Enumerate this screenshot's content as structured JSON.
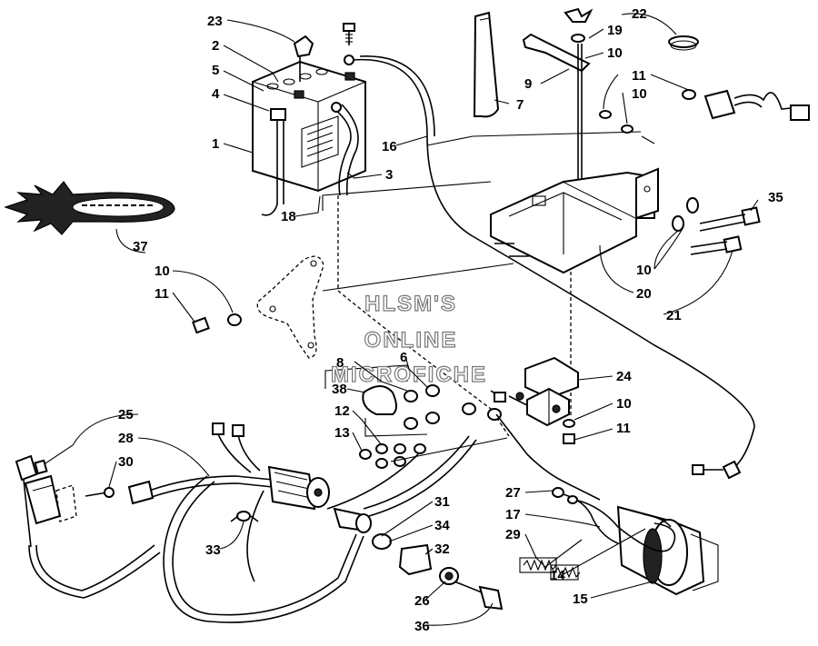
{
  "watermark": {
    "line1": "HLSM'S",
    "line2": "ONLINE",
    "line3": "MICROFICHE"
  },
  "callouts": {
    "c1": "1",
    "c2": "2",
    "c3": "3",
    "c4": "4",
    "c5": "5",
    "c6": "6",
    "c7": "7",
    "c8": "8",
    "c9": "9",
    "c10a": "10",
    "c10b": "10",
    "c10c": "10",
    "c10d": "10",
    "c10e": "10",
    "c11a": "11",
    "c11b": "11",
    "c11c": "11",
    "c12": "12",
    "c13": "13",
    "c14": "14",
    "c15": "15",
    "c16": "16",
    "c17": "17",
    "c18": "18",
    "c19": "19",
    "c20": "20",
    "c21": "21",
    "c22": "22",
    "c23": "23",
    "c24": "24",
    "c25": "25",
    "c26": "26",
    "c27": "27",
    "c28": "28",
    "c29": "29",
    "c30": "30",
    "c31": "31",
    "c32": "32",
    "c33": "33",
    "c34": "34",
    "c35": "35",
    "c36": "36",
    "c37": "37",
    "c38": "38"
  }
}
